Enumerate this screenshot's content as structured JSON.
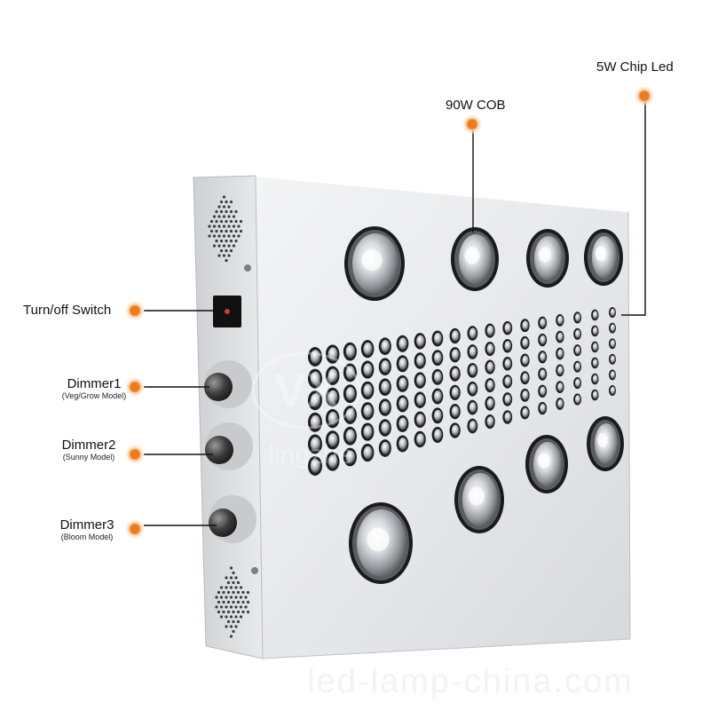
{
  "product": {
    "name": "LED grow light panel",
    "colors": {
      "panel_face": "#e7e8ea",
      "panel_side": "#d9dadd",
      "marker": "#f07a1a",
      "marker_halo": "#fbd2b0",
      "leader": "#111111",
      "cob_ring": "#1d1d1d",
      "lens": "#cfd2d6"
    }
  },
  "callouts": {
    "chip_led": {
      "title": "5W Chip Led"
    },
    "cob": {
      "title": "90W COB"
    },
    "switch": {
      "title": "Turn/off Switch"
    },
    "dimmer1": {
      "title": "Dimmer1",
      "subtitle": "(Veg/Grow Model)"
    },
    "dimmer2": {
      "title": "Dimmer2",
      "subtitle": "(Sunny Model)"
    },
    "dimmer3": {
      "title": "Dimmer3",
      "subtitle": "(Bloom Model)"
    }
  },
  "watermark": {
    "logo": "VX",
    "brand": "lingzhe",
    "site": "led-lamp-china.com"
  }
}
